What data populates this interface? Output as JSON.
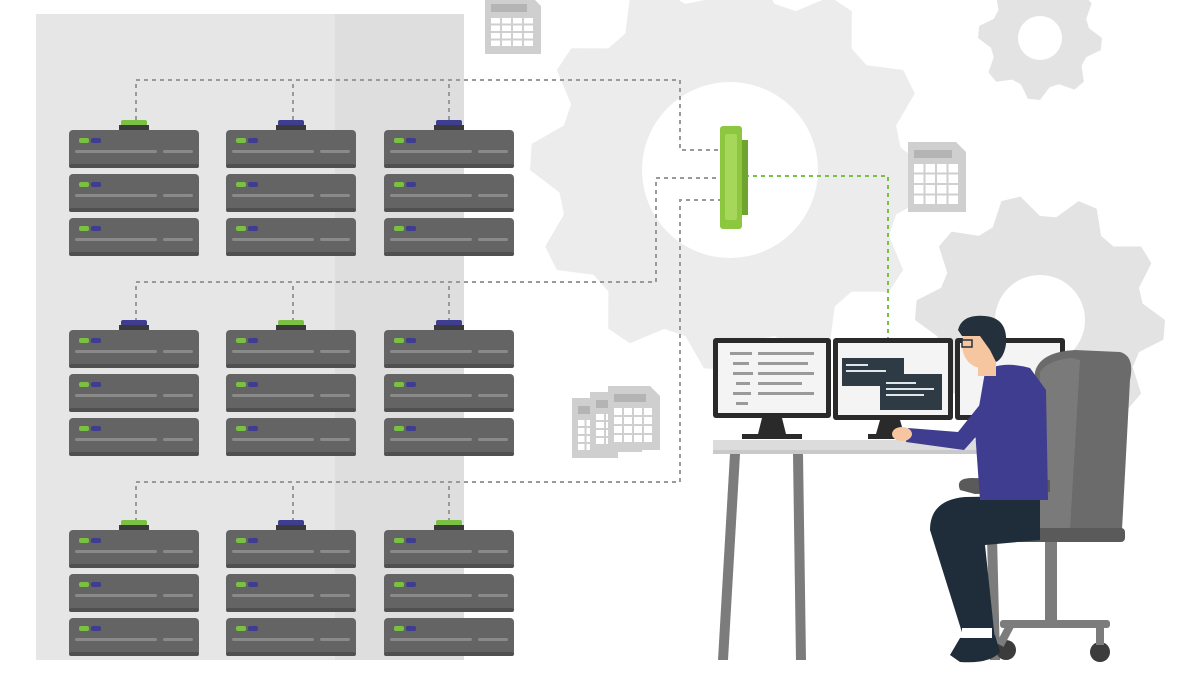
{
  "palette": {
    "background": "#ffffff",
    "panel": "#e6e6e6",
    "gear_light": "#ececec",
    "gear_mid": "#e3e3e3",
    "server_body": "#646464",
    "server_edge": "#505050",
    "server_slot": "#8a8a8a",
    "led_green": "#7ac143",
    "led_blue": "#3f3d8f",
    "cable": "#9a9a9a",
    "link_green": "#7ac143",
    "switch_green": "#8dc63f",
    "desk": "#dcdcdc",
    "desk_leg": "#7c7c7c",
    "chair": "#6b6b6b",
    "shirt": "#3f3d8f",
    "pants": "#1f2d3a",
    "hair": "#24313d",
    "skin": "#f6c6a1",
    "monitor_frame": "#2a2a2a",
    "screen": "#f4f4f4"
  },
  "illustration": {
    "server_groups": [
      {
        "row": 1,
        "top_leds": [
          "green",
          "blue",
          "blue"
        ]
      },
      {
        "row": 2,
        "top_leds": [
          "blue",
          "green",
          "blue"
        ]
      },
      {
        "row": 3,
        "top_leds": [
          "green",
          "blue",
          "green"
        ]
      }
    ],
    "units_per_rack": 3,
    "icons": [
      "server-rack-icon",
      "network-switch-icon",
      "spreadsheet-document-icon",
      "gear-icon",
      "monitor-icon",
      "office-chair-icon",
      "person-at-desk-icon"
    ]
  }
}
